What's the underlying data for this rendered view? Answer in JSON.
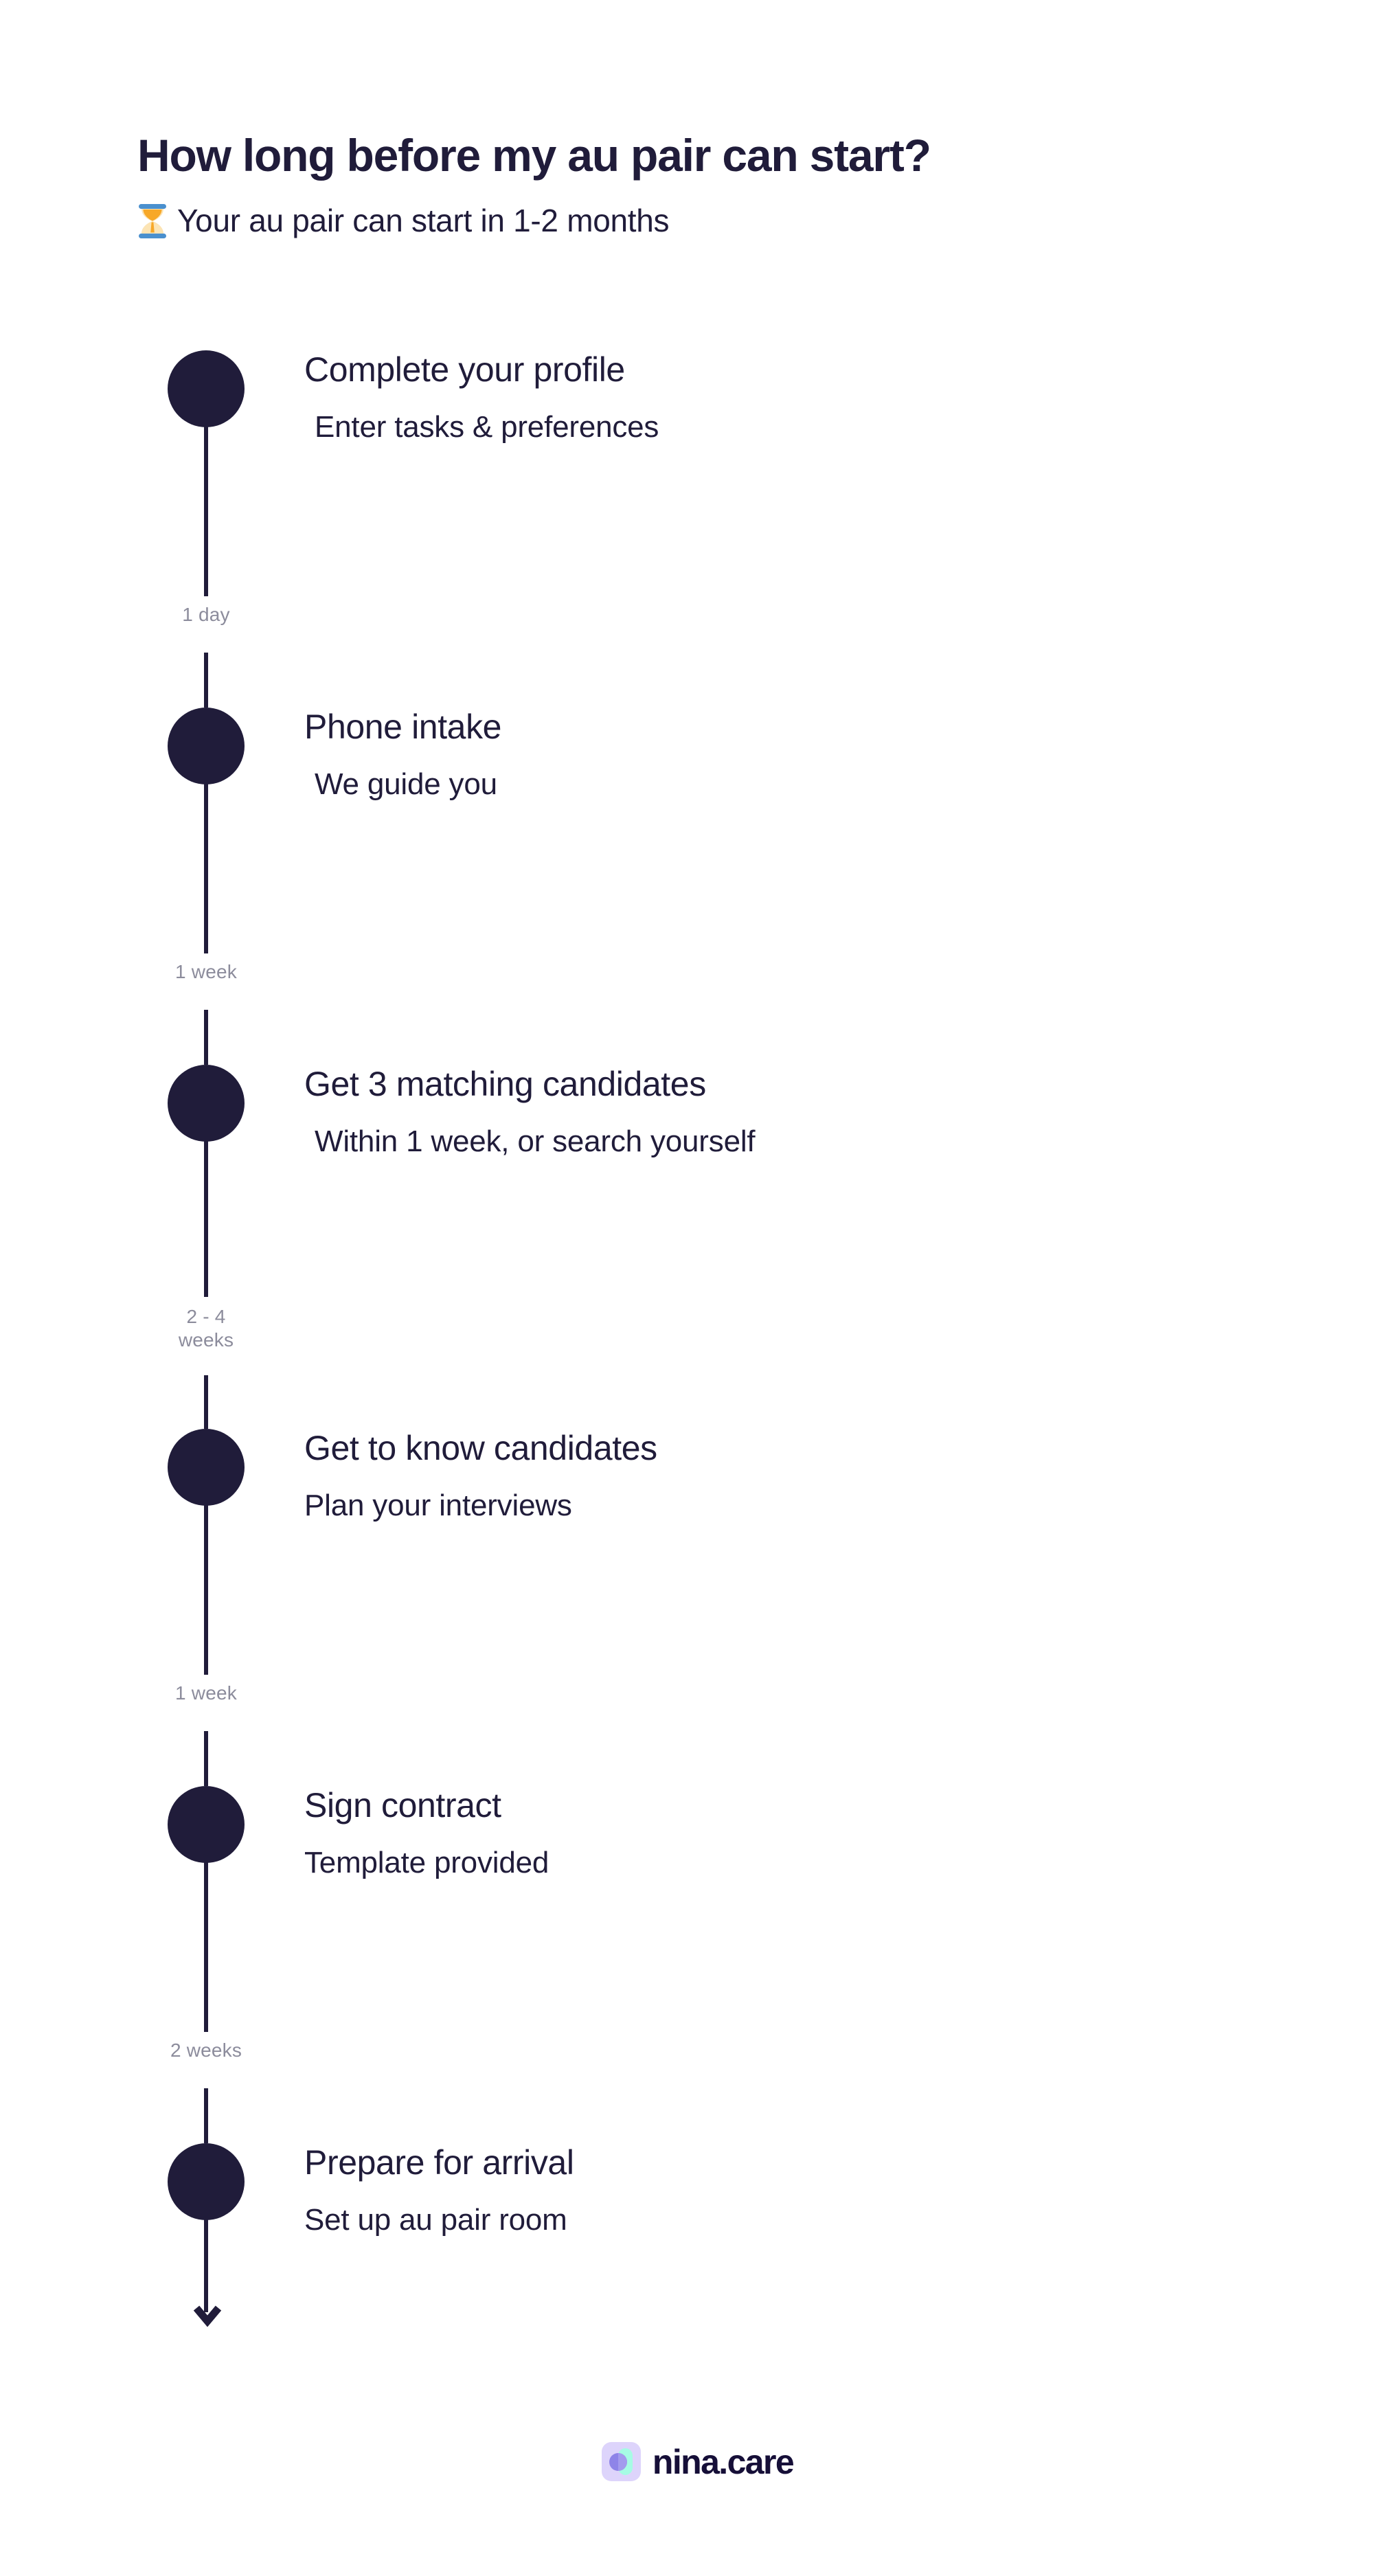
{
  "header": {
    "title": "How long before my au pair can start?",
    "subtitle_icon": "hourglass-icon",
    "subtitle": "Your au pair can start in 1-2 months"
  },
  "timeline": {
    "steps": [
      {
        "title": "Complete your profile",
        "subtitle": "Enter tasks & preferences",
        "duration_after": "1 day"
      },
      {
        "title": "Phone intake",
        "subtitle": "We guide you",
        "duration_after": "1 week"
      },
      {
        "title": "Get 3 matching candidates",
        "subtitle": "Within 1 week, or search yourself",
        "duration_after": "2 - 4 weeks"
      },
      {
        "title": "Get to know candidates",
        "subtitle": "Plan your interviews",
        "duration_after": "1 week"
      },
      {
        "title": "Sign contract",
        "subtitle": "Template provided",
        "duration_after": "2 weeks"
      },
      {
        "title": "Prepare for arrival",
        "subtitle": "Set up au pair room",
        "duration_after": ""
      }
    ]
  },
  "footer": {
    "logo_text": "nina.care"
  },
  "colors": {
    "ink": "#201C3A",
    "muted": "#8C8C9C",
    "background": "#FFFFFF",
    "logo_tile": "#DDD4FB",
    "logo_mint": "#A6FBE4",
    "logo_purple": "#8E84E8",
    "hourglass_cap": "#4A90CE",
    "hourglass_sand": "#F7A828"
  }
}
